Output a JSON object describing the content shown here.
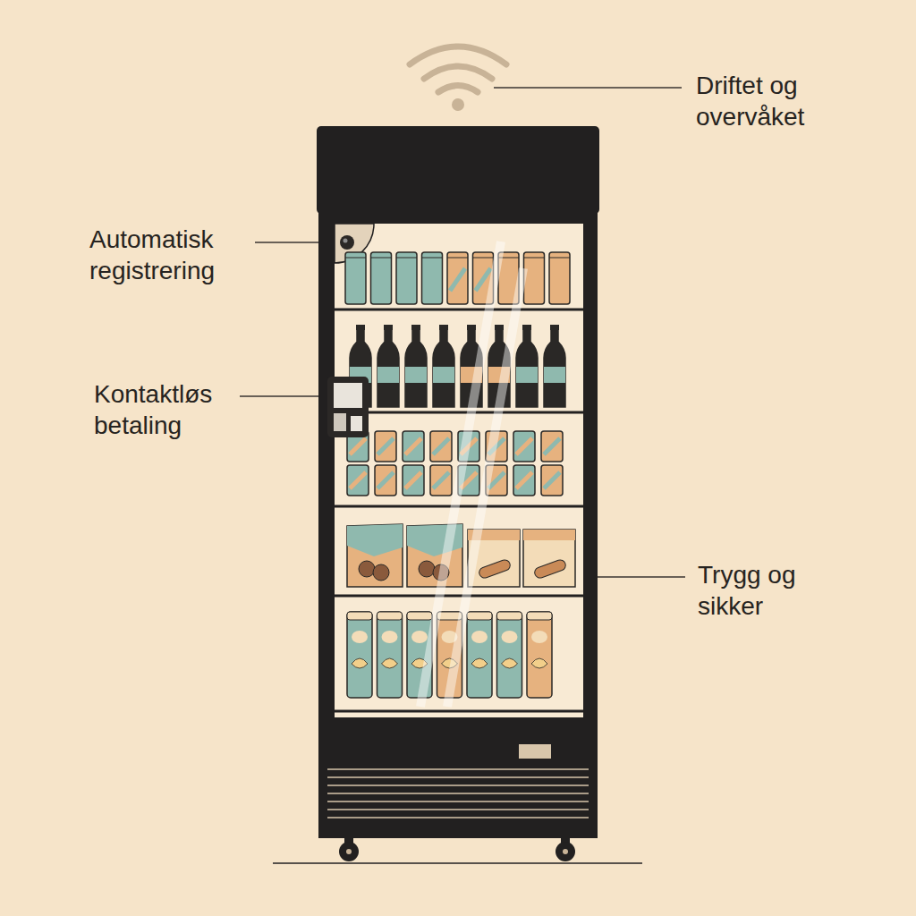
{
  "diagram": {
    "labels": [
      "Driftet og overvåket",
      "Automatisk registrering",
      "Kontaktløs betaling",
      "Trygg og sikker"
    ]
  }
}
